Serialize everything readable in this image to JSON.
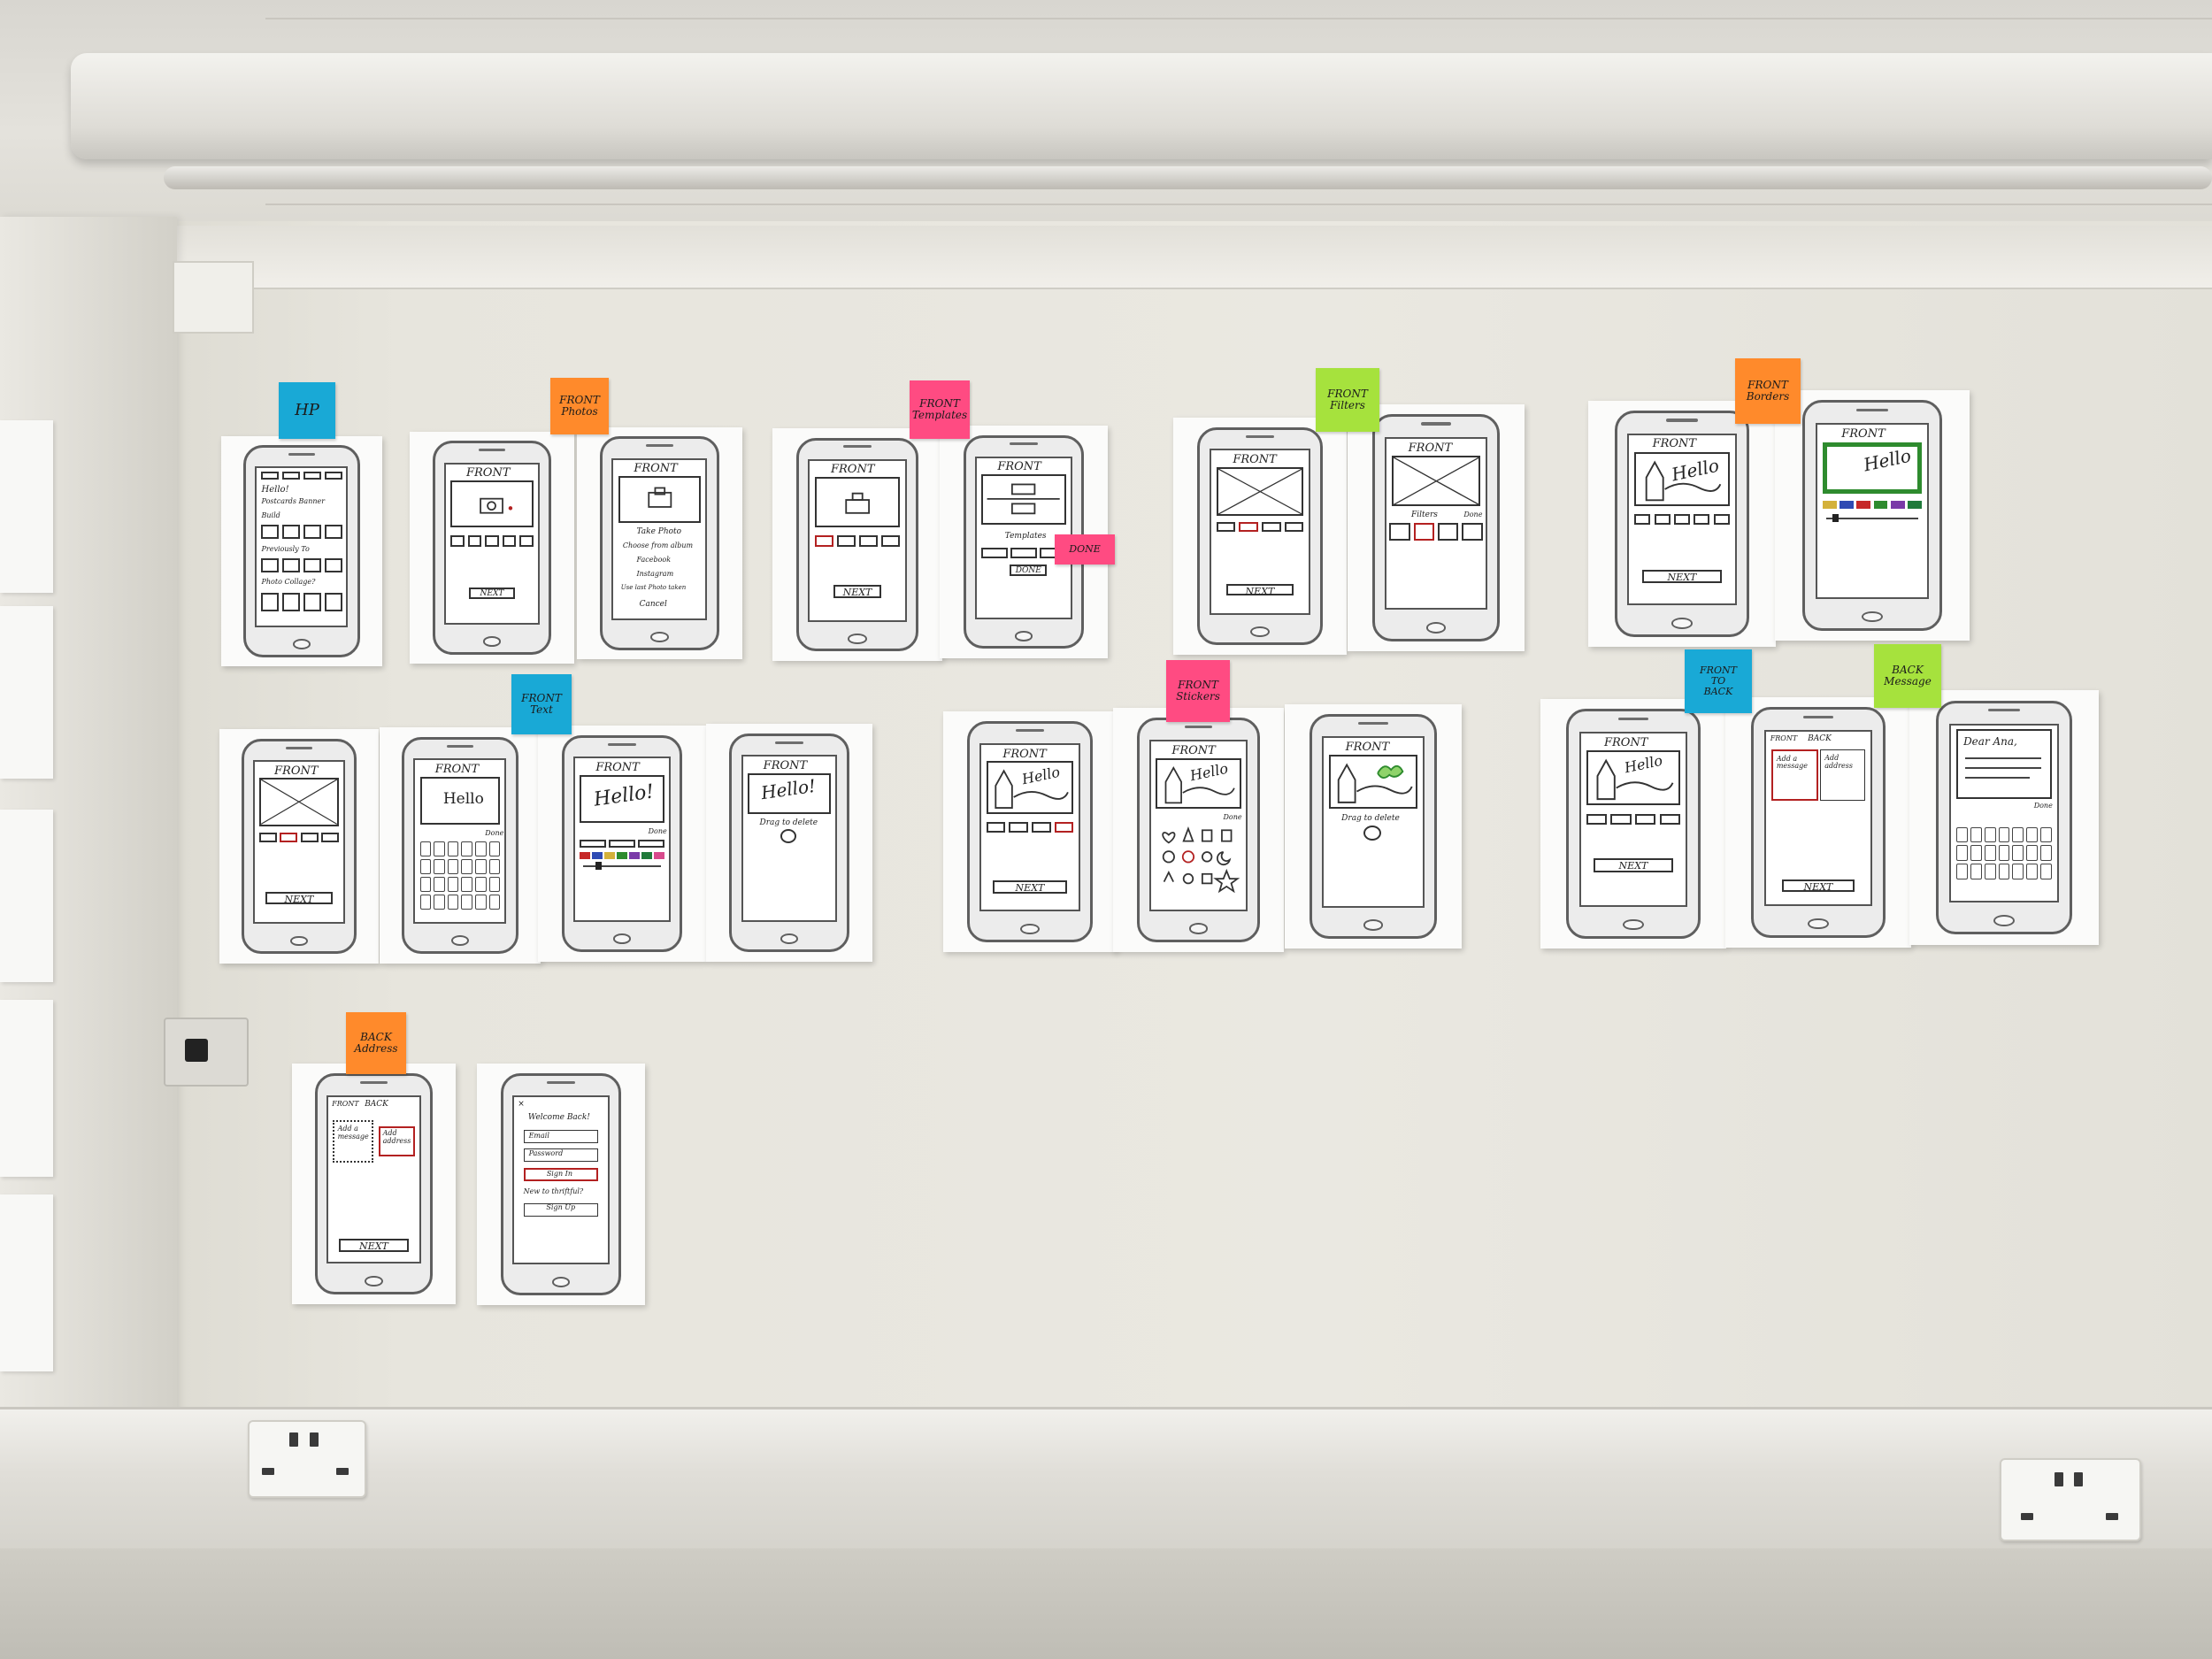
{
  "notes": {
    "hp": [
      "HP"
    ],
    "front_photos": [
      "FRONT",
      "Photos"
    ],
    "front_templates": [
      "FRONT",
      "Templates"
    ],
    "front_filters": [
      "FRONT",
      "Filters"
    ],
    "front_borders": [
      "FRONT",
      "Borders"
    ],
    "front_text": [
      "FRONT",
      "Text"
    ],
    "front_stickers": [
      "FRONT",
      "Stickers"
    ],
    "front_to_back": [
      "FRONT",
      "TO",
      "BACK"
    ],
    "back_message": [
      "BACK",
      "Message"
    ],
    "back_address": [
      "BACK",
      "Address"
    ],
    "done_note": "DONE"
  },
  "screens": {
    "front": "FRONT",
    "next": "NEXT",
    "next_short": "NEXT",
    "done": "Done",
    "hello": "Hello",
    "hello_excl": "Hello!",
    "back": "BACK",
    "hp": {
      "hello": "Hello!",
      "postcards_banner": "Postcards Banner",
      "build": "Build",
      "previous": "Previously To",
      "photo_collage": "Photo Collage?"
    },
    "photos_menu": [
      "Take Photo",
      "Choose from album",
      "Facebook",
      "Instagram",
      "Use last Photo taken",
      "Cancel"
    ],
    "templates_label": "Templates",
    "done_caps": "DONE",
    "filters_label": "Filters",
    "drag_delete": "Drag to delete",
    "add_message": "Add a message",
    "add_address": "Add address",
    "dear_ana": "Dear Ana,",
    "signin": {
      "welcome": "Welcome Back!",
      "email": "Email",
      "password": "Password",
      "signin": "Sign In",
      "new": "New to thriftful?",
      "signup": "Sign Up"
    }
  },
  "colors": {
    "note_blue": "#19a9d6",
    "note_orange": "#ff8a2b",
    "note_pink": "#ff4b82",
    "note_green": "#a6e23d",
    "marker_red": "#b32121",
    "border_green": "#2e8b2e"
  }
}
